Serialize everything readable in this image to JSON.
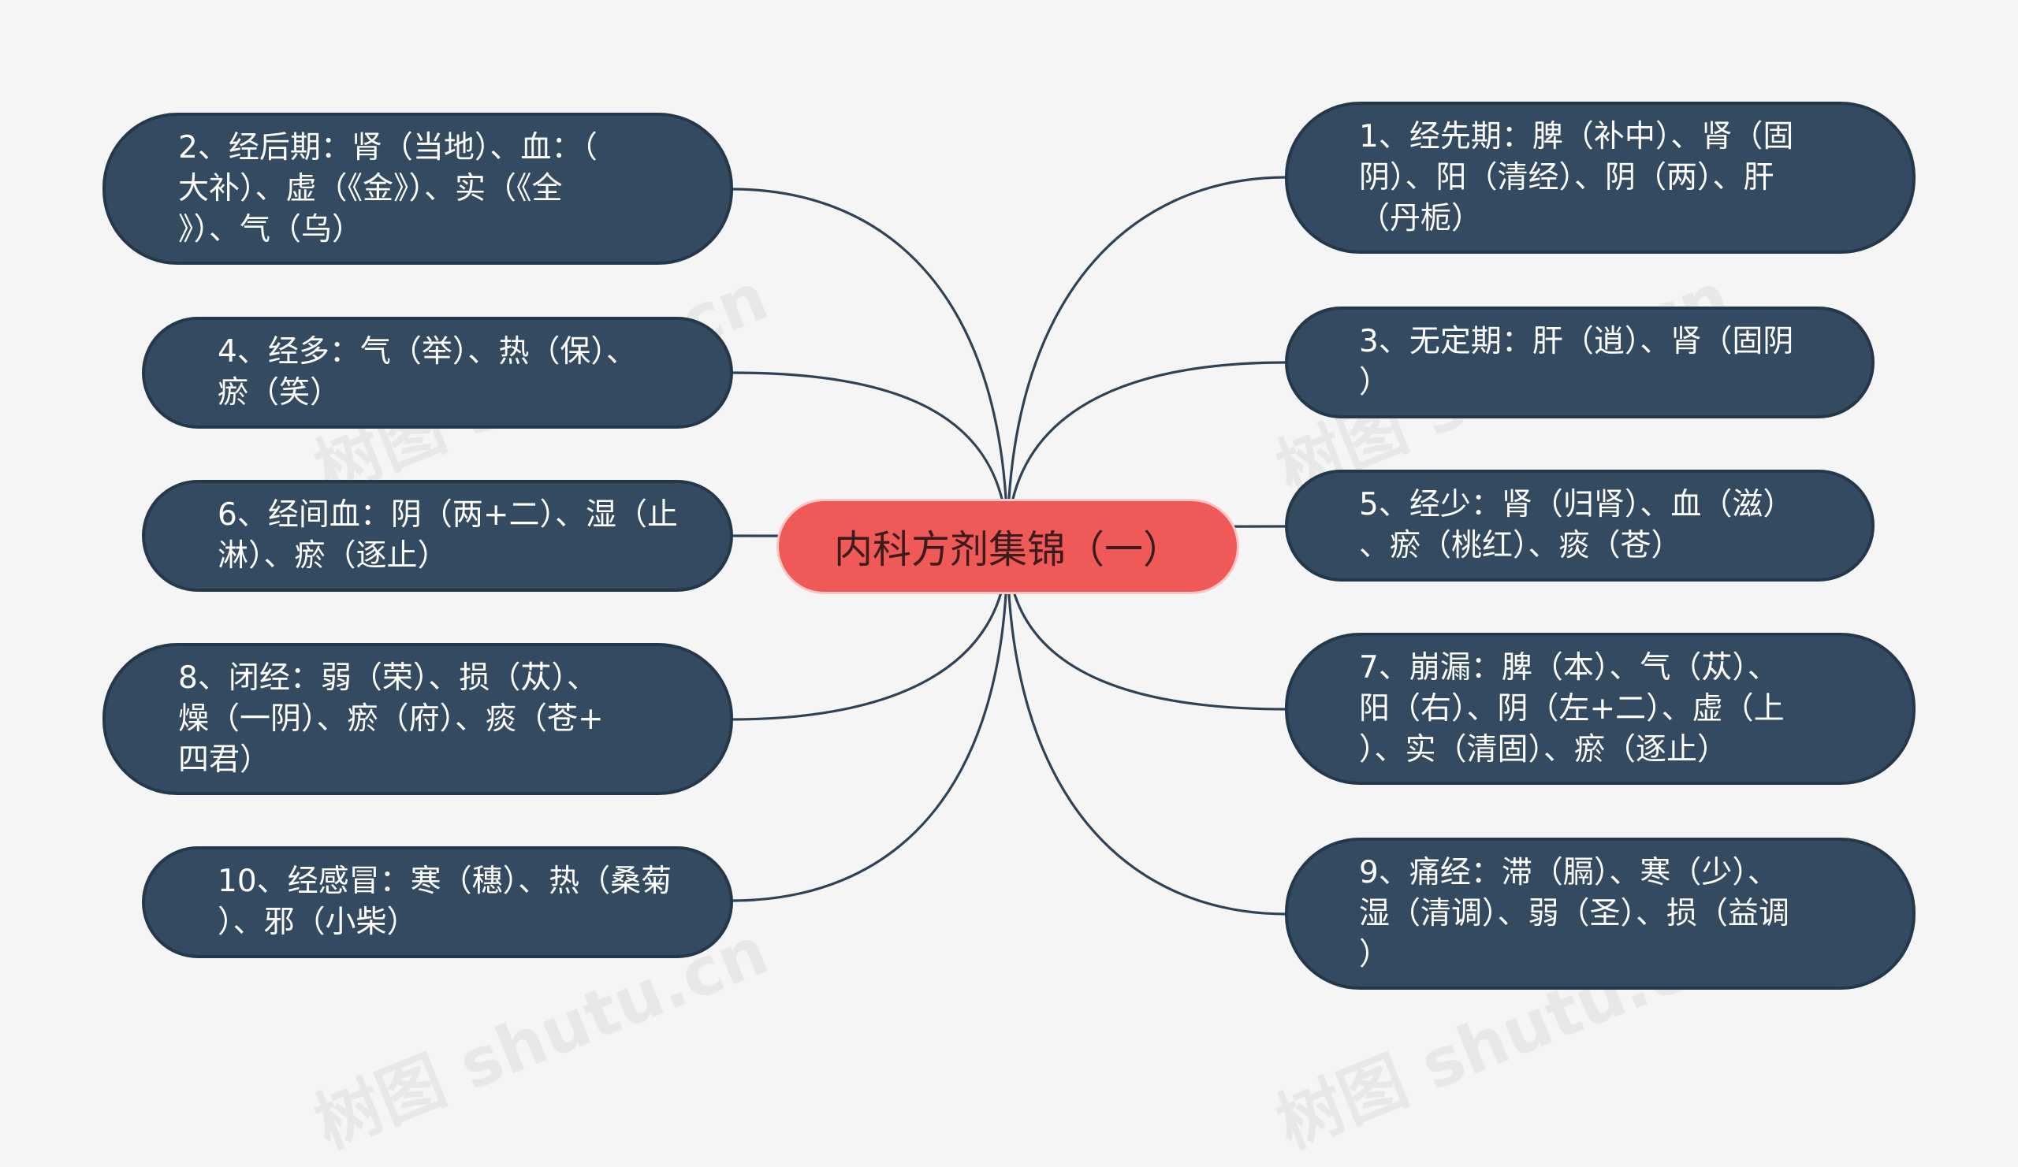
{
  "mindmap": {
    "center": "内科方剂集锦（一）",
    "nodes": [
      {
        "id": "n2",
        "text": "2、经后期：肾（当地）、血：（\n大补）、虚（《金》）、实（《全\n》）、气（乌）"
      },
      {
        "id": "n4",
        "text": "4、经多：气（举）、热（保）、\n瘀（笑）"
      },
      {
        "id": "n6",
        "text": "6、经间血：阴（两+二）、湿（止\n淋）、瘀（逐止）"
      },
      {
        "id": "n8",
        "text": "8、闭经：弱（荣）、损（苁）、\n燥（一阴）、瘀（府）、痰（苍+\n四君）"
      },
      {
        "id": "n10",
        "text": "10、经感冒：寒（穗）、热（桑菊\n）、邪（小柴）"
      },
      {
        "id": "n1",
        "text": "1、经先期：脾（补中）、肾（固\n阴）、阳（清经）、阴（两）、肝\n（丹栀）"
      },
      {
        "id": "n3",
        "text": "3、无定期：肝（逍）、肾（固阴\n）"
      },
      {
        "id": "n5",
        "text": "5、经少：肾（归肾）、血（滋）\n、瘀（桃红）、痰（苍）"
      },
      {
        "id": "n7",
        "text": "7、崩漏：脾（本）、气（苁）、\n阳（右）、阴（左+二）、虚（上\n）、实（清固）、瘀（逐止）"
      },
      {
        "id": "n9",
        "text": "9、痛经：滞（膈）、寒（少）、\n湿（清调）、弱（圣）、损（益调\n）"
      }
    ]
  },
  "colors": {
    "background": "#f5f5f5",
    "node_fill": "#344a61",
    "center_fill": "#ef5a58",
    "link": "#2f4256"
  },
  "watermark": "树图 shutu.cn"
}
